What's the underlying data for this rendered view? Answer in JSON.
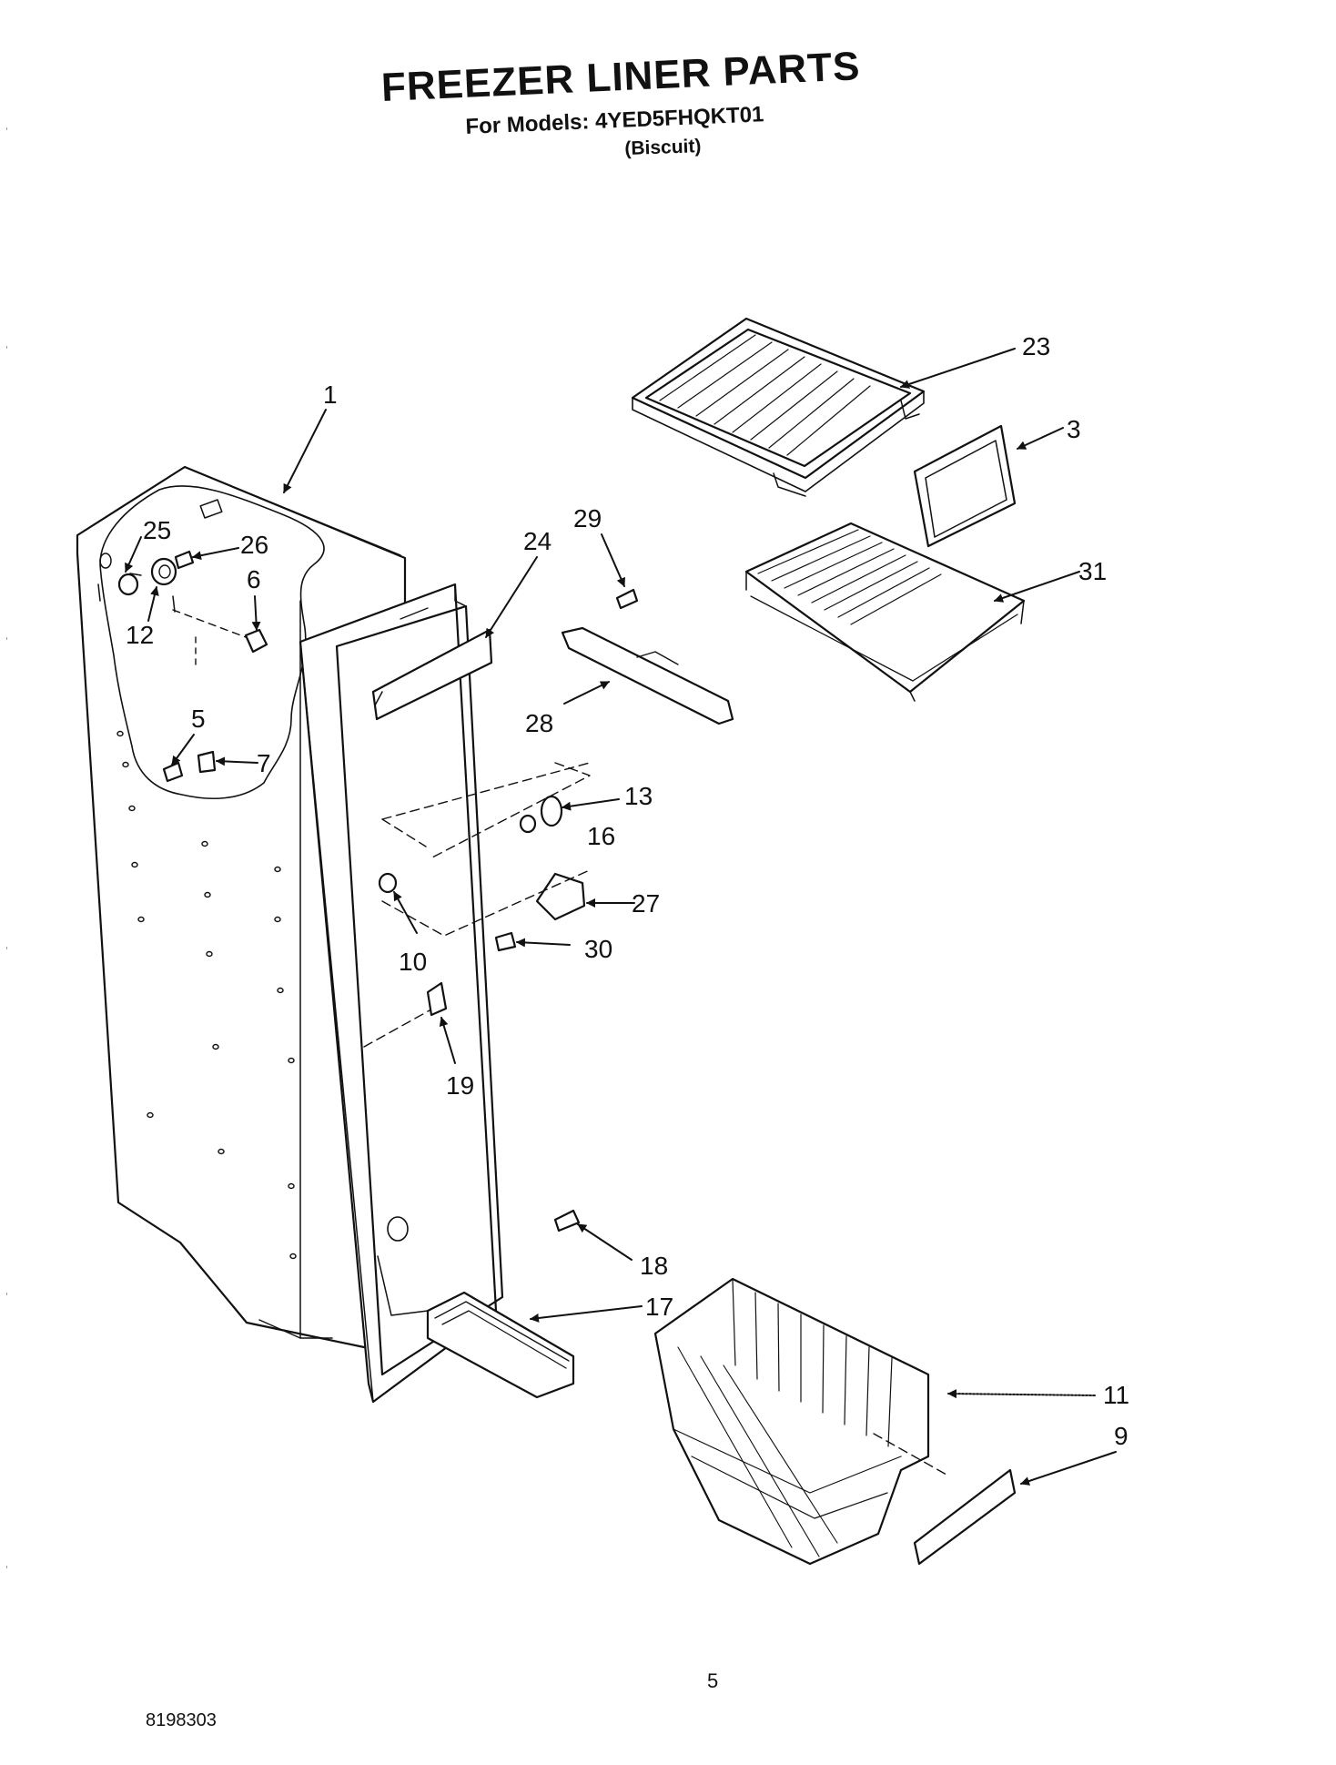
{
  "header": {
    "title": "FREEZER LINER PARTS",
    "models": "For Models: 4YED5FHQKT01",
    "color": "(Biscuit)"
  },
  "callouts": [
    "1",
    "3",
    "5",
    "6",
    "7",
    "9",
    "10",
    "11",
    "12",
    "13",
    "16",
    "17",
    "18",
    "19",
    "23",
    "24",
    "25",
    "26",
    "27",
    "28",
    "29",
    "30",
    "31"
  ],
  "footer": {
    "page_number": "5",
    "document_number": "8198303"
  }
}
